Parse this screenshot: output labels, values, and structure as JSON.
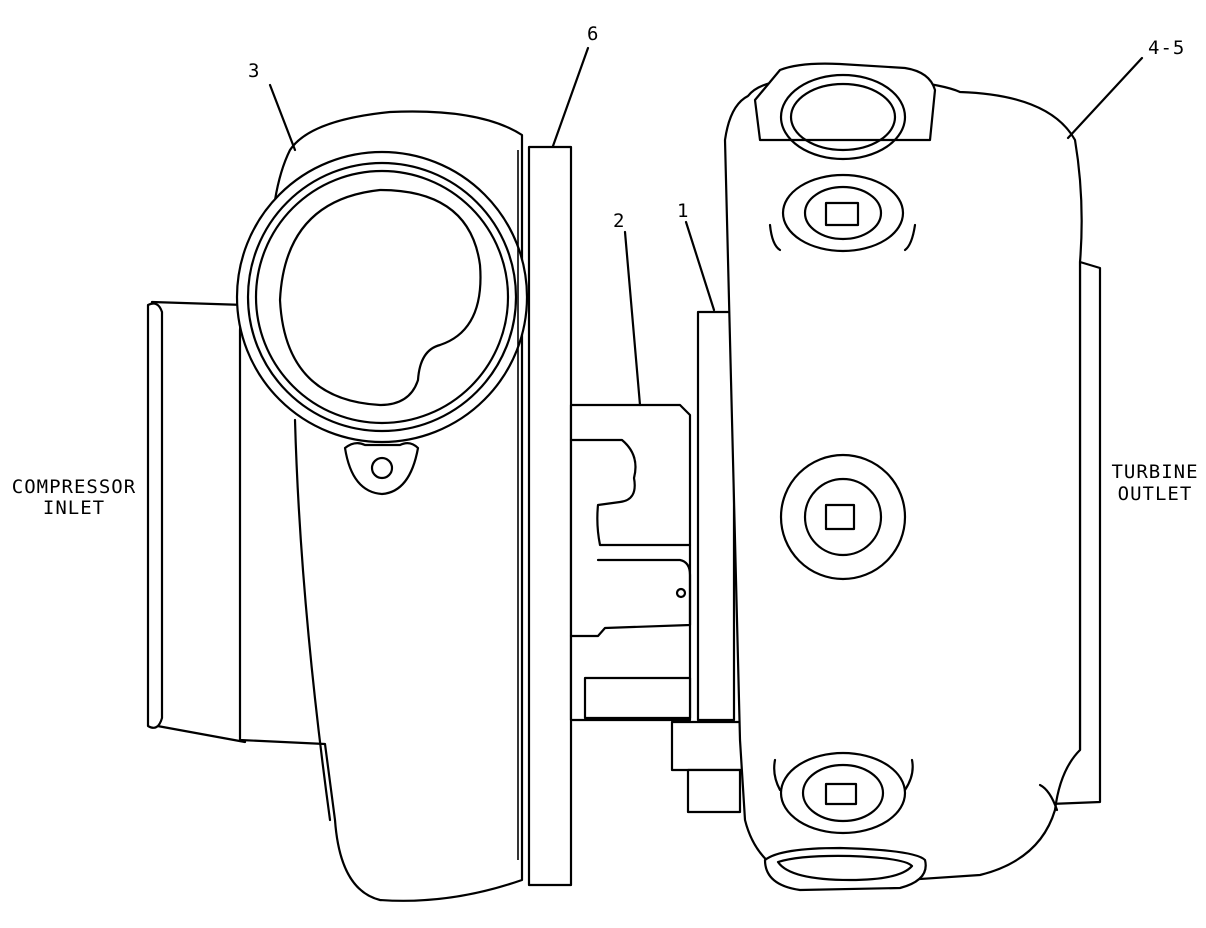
{
  "callouts": {
    "c1": "1",
    "c2": "2",
    "c3": "3",
    "c45": "4-5",
    "c6": "6"
  },
  "labels": {
    "compressor_line1": "COMPRESSOR",
    "compressor_line2": "INLET",
    "turbine_line1": "TURBINE",
    "turbine_line2": "OUTLET"
  }
}
